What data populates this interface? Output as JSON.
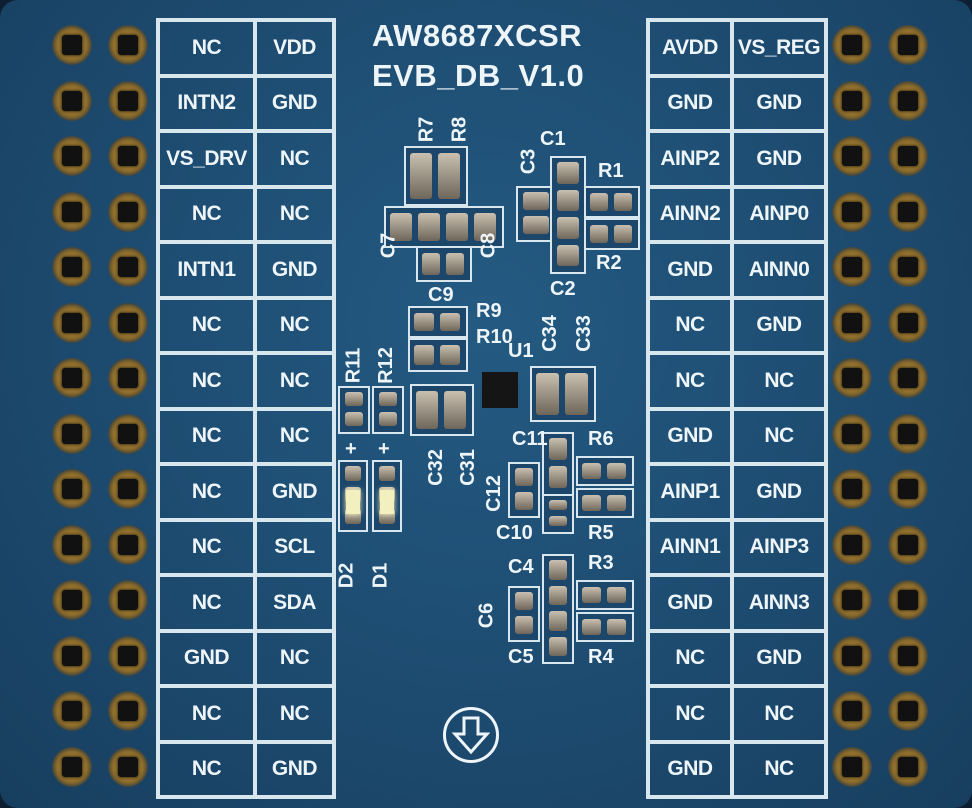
{
  "board": {
    "title_line1": "AW8687XCSR",
    "title_line2": "EVB_DB_V1.0"
  },
  "left_table": [
    [
      "NC",
      "VDD"
    ],
    [
      "INTN2",
      "GND"
    ],
    [
      "VS_DRV",
      "NC"
    ],
    [
      "NC",
      "NC"
    ],
    [
      "INTN1",
      "GND"
    ],
    [
      "NC",
      "NC"
    ],
    [
      "NC",
      "NC"
    ],
    [
      "NC",
      "NC"
    ],
    [
      "NC",
      "GND"
    ],
    [
      "NC",
      "SCL"
    ],
    [
      "NC",
      "SDA"
    ],
    [
      "GND",
      "NC"
    ],
    [
      "NC",
      "NC"
    ],
    [
      "NC",
      "GND"
    ]
  ],
  "right_table": [
    [
      "AVDD",
      "VS_REG"
    ],
    [
      "GND",
      "GND"
    ],
    [
      "AINP2",
      "GND"
    ],
    [
      "AINN2",
      "AINP0"
    ],
    [
      "GND",
      "AINN0"
    ],
    [
      "NC",
      "GND"
    ],
    [
      "NC",
      "NC"
    ],
    [
      "GND",
      "NC"
    ],
    [
      "AINP1",
      "GND"
    ],
    [
      "AINN1",
      "AINP3"
    ],
    [
      "GND",
      "AINN3"
    ],
    [
      "NC",
      "GND"
    ],
    [
      "NC",
      "NC"
    ],
    [
      "GND",
      "NC"
    ]
  ],
  "components": [
    "R7",
    "R8",
    "C1",
    "C3",
    "R1",
    "R2",
    "C2",
    "C7",
    "C8",
    "C9",
    "R9",
    "R10",
    "U1",
    "C34",
    "C33",
    "R11",
    "R12",
    "C32",
    "C31",
    "C11",
    "R6",
    "C12",
    "C10",
    "R5",
    "C4",
    "R3",
    "C6",
    "C5",
    "R4",
    "D2",
    "D1",
    "+",
    "+"
  ]
}
